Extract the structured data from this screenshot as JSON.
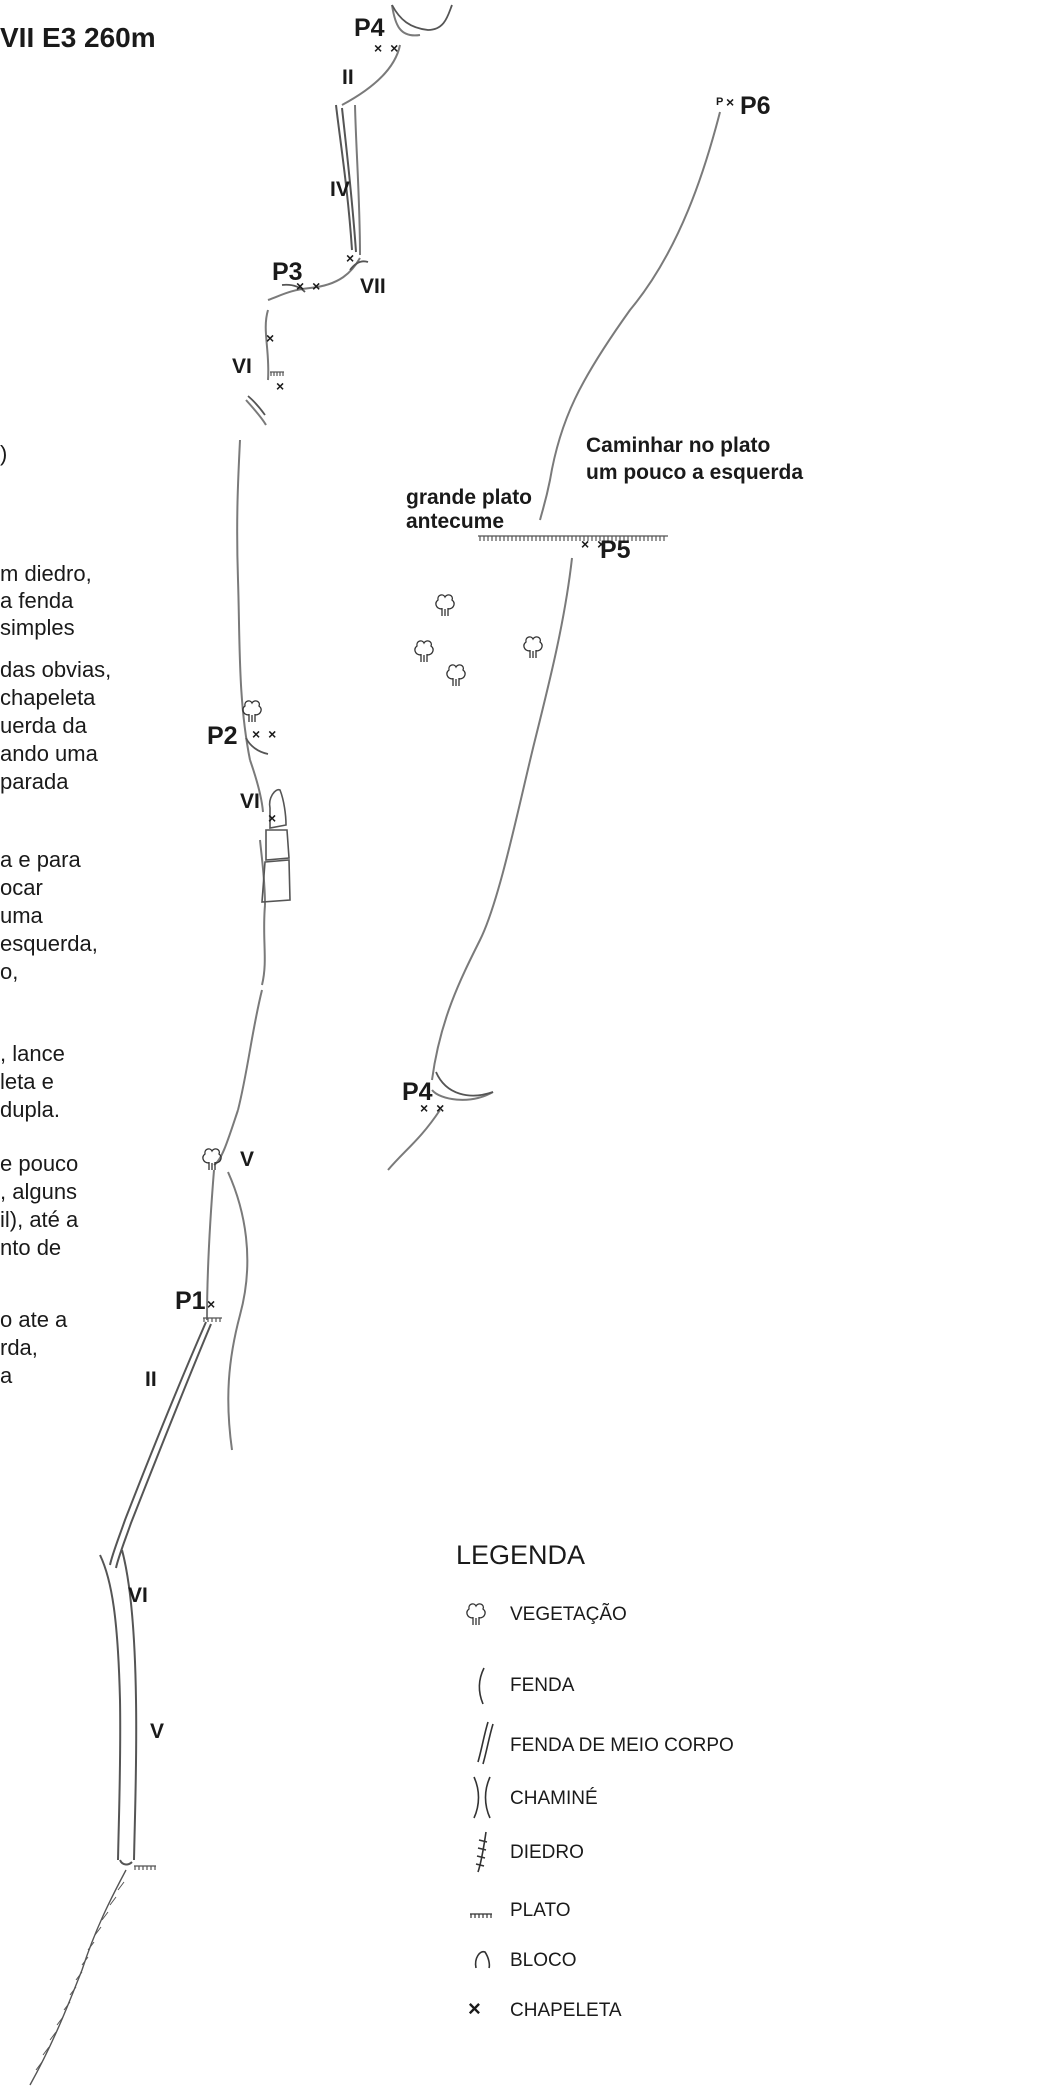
{
  "title": "VII E3 260m",
  "pitches": {
    "p1": "P1",
    "p2": "P2",
    "p3": "P3",
    "p4_top": "P4",
    "p4_right": "P4",
    "p5": "P5",
    "p6": "P6"
  },
  "grades": {
    "g_top_ii": "II",
    "g_iv": "IV",
    "g_vii": "VII",
    "g_vi_p3": "VI",
    "g_vi_p2": "VI",
    "g_v_p1": "V",
    "g_ii_low": "II",
    "g_vi_low": "VI",
    "g_v_low": "V"
  },
  "marks": {
    "anchor_pair": "× ×",
    "anchor_single": "×",
    "p_letter": "P"
  },
  "notes": {
    "caminhar_1": "Caminhar no plato",
    "caminhar_2": "um pouco a esquerda",
    "grande_1": "grande plato",
    "grande_2": "antecume"
  },
  "description_fragments": [
    ")",
    "m diedro,",
    "a fenda",
    "simples",
    "das obvias,",
    "chapeleta",
    "uerda da",
    "ando uma",
    "parada",
    "a e para",
    "ocar",
    "uma",
    "esquerda,",
    "o,",
    ", lance",
    "leta e",
    "dupla.",
    "e pouco",
    ", alguns",
    "il), até a",
    "nto de",
    "o ate a",
    "rda,",
    "a"
  ],
  "legend": {
    "title": "LEGENDA",
    "items": [
      {
        "icon": "vegetation-icon",
        "label": "VEGETAÇÃO"
      },
      {
        "icon": "crack-icon",
        "label": "FENDA"
      },
      {
        "icon": "offwidth-crack-icon",
        "label": "FENDA DE MEIO CORPO"
      },
      {
        "icon": "chimney-icon",
        "label": "CHAMINÉ"
      },
      {
        "icon": "dihedral-icon",
        "label": "DIEDRO"
      },
      {
        "icon": "ledge-icon",
        "label": "PLATO"
      },
      {
        "icon": "block-icon",
        "label": "BLOCO"
      },
      {
        "icon": "bolt-icon",
        "label": "CHAPELETA"
      }
    ]
  },
  "colors": {
    "ink": "#1a1a1a",
    "line": "#7a7a7a"
  }
}
